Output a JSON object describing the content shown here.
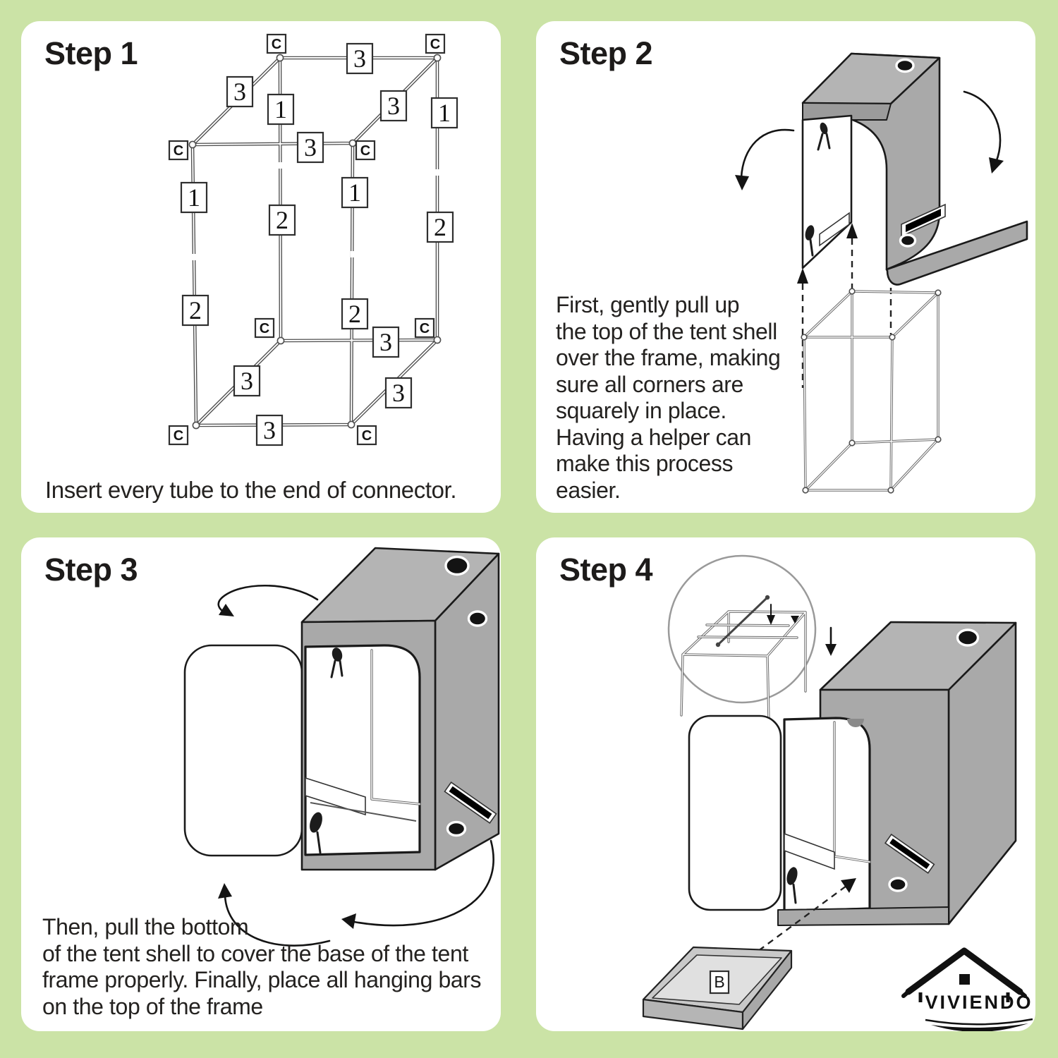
{
  "colors": {
    "background": "#cbe3a6",
    "panel": "#ffffff",
    "ink": "#1d1b1a",
    "tent_grey": "#a9a9a9"
  },
  "steps": [
    {
      "title": "Step 1",
      "caption": "Insert every tube to the end of connector.",
      "labels": {
        "connector": "C",
        "tube1": "1",
        "tube2": "2",
        "tube3": "3"
      }
    },
    {
      "title": "Step 2",
      "lines": [
        "First, gently pull up",
        "the top of the tent shell",
        "over the frame, making",
        "sure all corners are",
        "squarely in place.",
        "Having a helper can",
        "make this process",
        "easier."
      ]
    },
    {
      "title": "Step 3",
      "lines": [
        "Then, pull the bottom",
        "of the tent shell to cover the base of the tent",
        "frame properly. Finally, place all hanging bars",
        "on the top of the frame"
      ]
    },
    {
      "title": "Step 4",
      "tray_label": "B",
      "logo_text": "VIVIENDO"
    }
  ]
}
